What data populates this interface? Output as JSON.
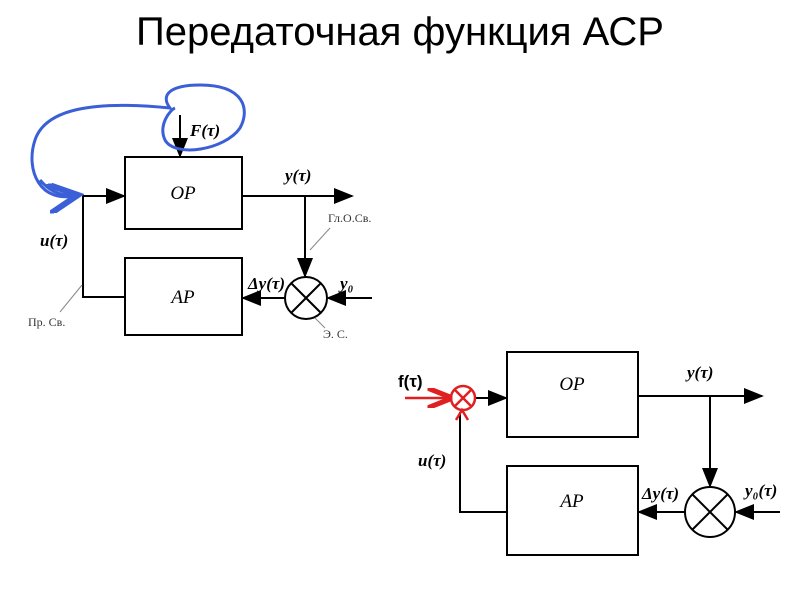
{
  "title": "Передаточная функция АСР",
  "diagram1": {
    "op": "ОР",
    "ap": "АР",
    "F": "F(τ)",
    "y": "y(τ)",
    "u": "u(τ)",
    "dy": "Δy(τ)",
    "y0": "y₀",
    "main_feedback": "Гл.О.Св.",
    "direct_link": "Пр. Св.",
    "comparator": "Э. С.",
    "annotation_color": "#3b5fd6"
  },
  "diagram2": {
    "op": "ОР",
    "ap": "АР",
    "f": "f(τ)",
    "y": "y(τ)",
    "u": "u(τ)",
    "dy": "Δy(τ)",
    "y0": "y₀(τ)",
    "accent_color": "#e02020"
  }
}
